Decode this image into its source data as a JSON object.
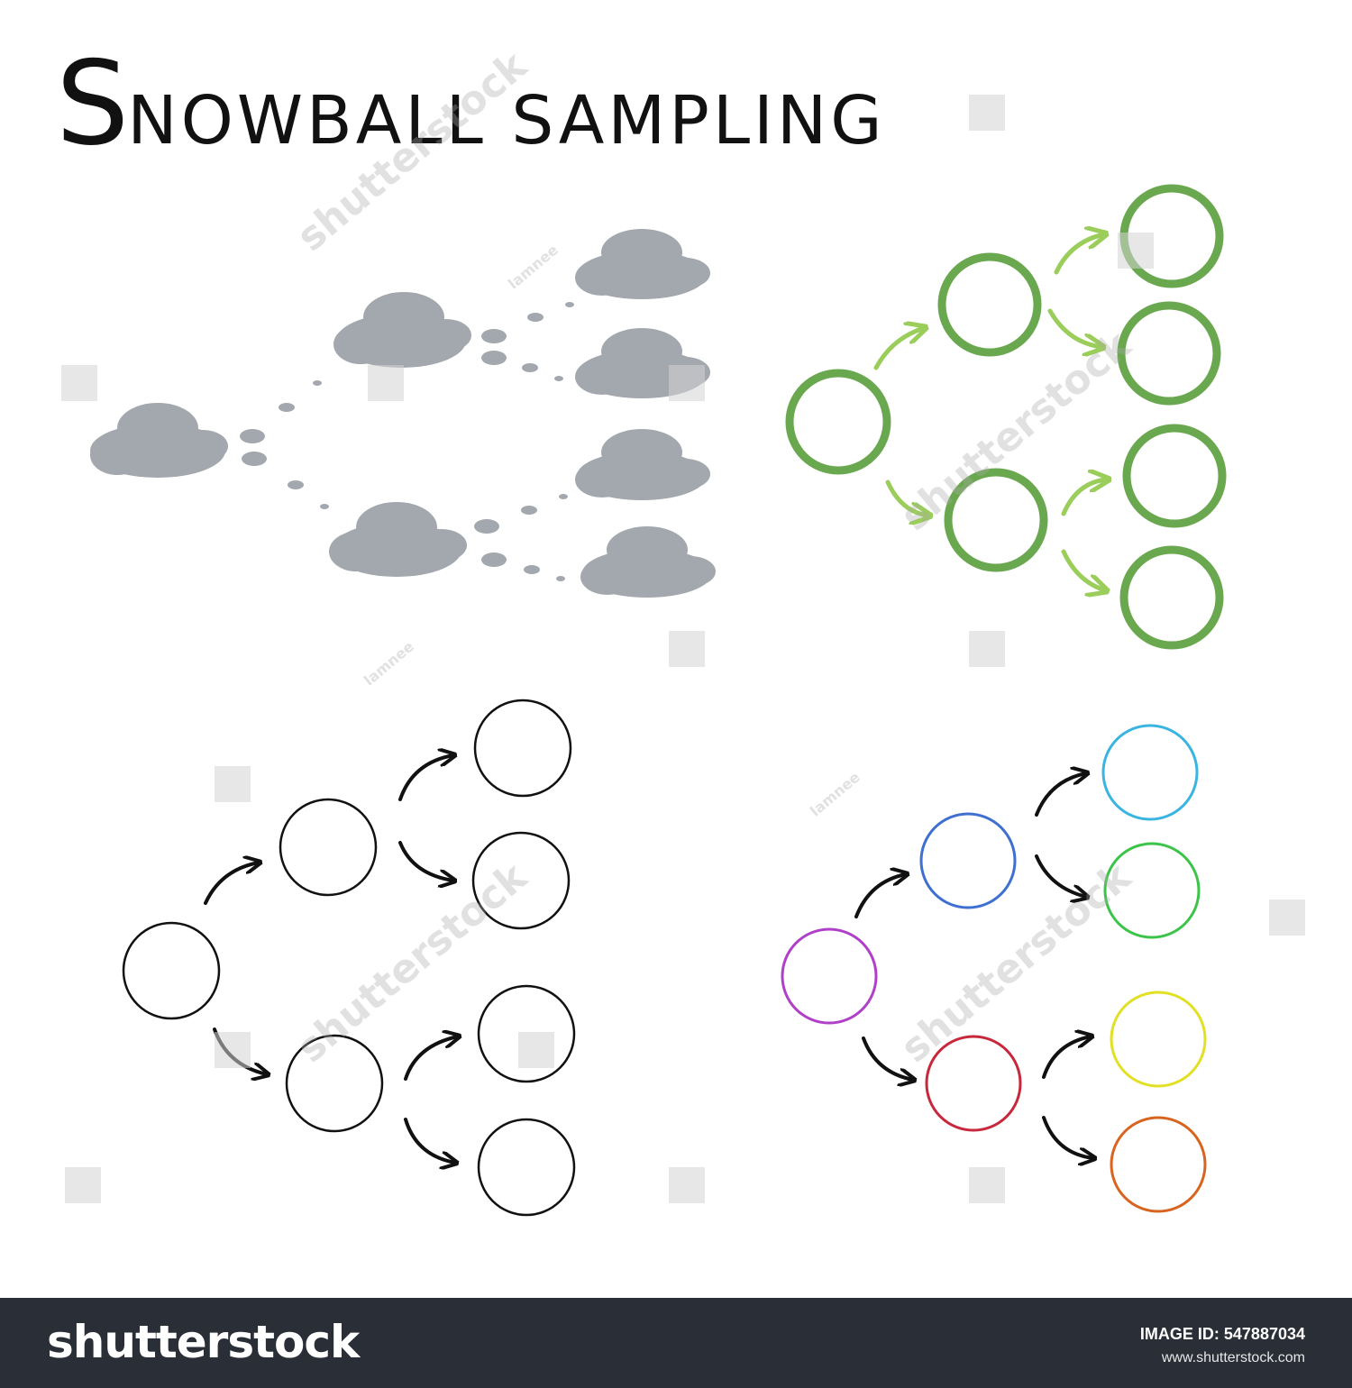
{
  "title": {
    "first_letter": "S",
    "rest": "NOWBALL SAMPLING"
  },
  "watermark": {
    "text": "shutterstock",
    "author": "lamnee"
  },
  "footer": {
    "brand": "shutterstock",
    "image_id": "IMAGE ID: 547887034",
    "url": "www.shutterstock.com"
  },
  "colors": {
    "cloud": "#a3a7ae",
    "green_ring": "#6aa84f",
    "green_arrow": "#9acd5a",
    "sketch": "#111111",
    "node_root": "#b040c8",
    "node_top": "#3f6fd0",
    "node_bottom": "#c8283c",
    "leaf_1": "#3ab4e0",
    "leaf_2": "#3cc44a",
    "leaf_3": "#e2e024",
    "leaf_4": "#d86420",
    "footer_bg": "#2a2e36"
  }
}
